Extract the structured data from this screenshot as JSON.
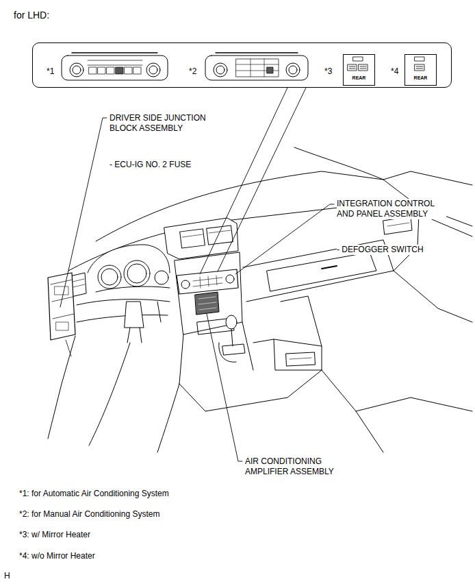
{
  "diagram": {
    "title": "for LHD:",
    "nodes": [
      {
        "text": [
          "*1",
          "*2",
          "*3",
          "*4"
        ]
      },
      {
        "text": [
          "REAR"
        ],
        "in": 0
      },
      {
        "text": [
          "REAR"
        ],
        "in": 0
      }
    ],
    "labels": [
      "DRIVER SIDE JUNCTION BLOCK ASSEMBLY",
      "- ECU-IG NO. 2 FUSE",
      "INTEGRATION CONTROL AND PANEL ASSEMBLY",
      "- DEFOGGER SWITCH",
      "AIR CONDITIONING AMPLIFIER ASSEMBLY",
      "*1: for Automatic Air Conditioning System",
      "*2: for Manual Air Conditioning System",
      "*3: w/ Mirror Heater",
      "*4: w/o Mirror Heater",
      "H"
    ]
  }
}
